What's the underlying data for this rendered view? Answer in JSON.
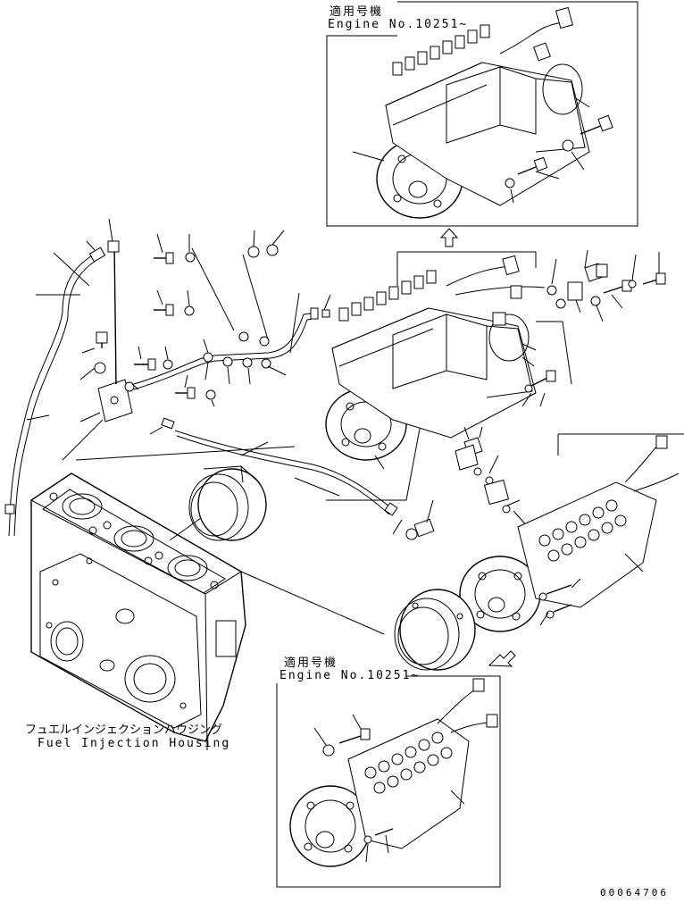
{
  "inset_top": {
    "applicable_label": "適用号機",
    "engine_label": "Engine No.10251~"
  },
  "inset_bottom": {
    "applicable_label": "適用号機",
    "engine_label": "Engine No.10251~"
  },
  "housing_label": {
    "japanese": "フュエルインジェクションハウジング",
    "english": "Fuel Injection Housing"
  },
  "drawing_number": "00064706"
}
